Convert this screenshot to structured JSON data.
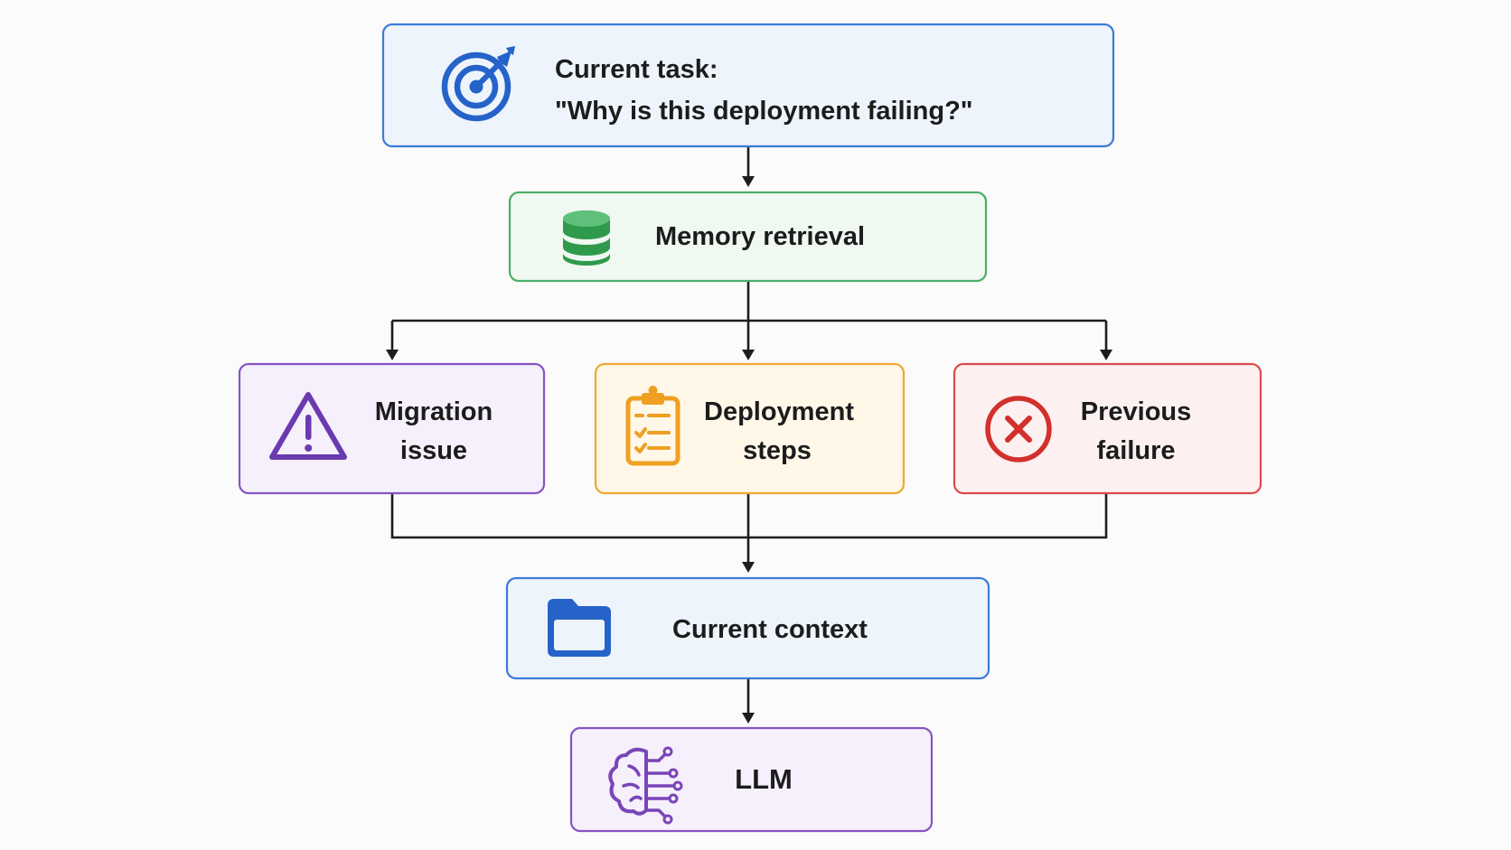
{
  "nodes": {
    "task": {
      "line1": "Current task:",
      "line2": "\"Why is this deployment failing?\"",
      "icon": "target-icon",
      "border": "#3b7bd8",
      "fill": "#eef4fc",
      "accent": "#2563c9"
    },
    "memory": {
      "label": "Memory retrieval",
      "icon": "database-icon",
      "border": "#4cae68",
      "fill": "#eff8f1",
      "accent": "#2f9a4c"
    },
    "migration": {
      "line1": "Migration",
      "line2": "issue",
      "icon": "warning-icon",
      "border": "#8753c4",
      "fill": "#f5f0fb",
      "accent": "#6a3aaf"
    },
    "deployment": {
      "line1": "Deployment",
      "line2": "steps",
      "icon": "clipboard-checklist-icon",
      "border": "#f0a830",
      "fill": "#fff7e8",
      "accent": "#ef9f22"
    },
    "failure": {
      "line1": "Previous",
      "line2": "failure",
      "icon": "error-x-circle-icon",
      "border": "#dc4b4b",
      "fill": "#fdf0f0",
      "accent": "#d2302c"
    },
    "context": {
      "label": "Current context",
      "icon": "folder-icon",
      "border": "#3b7bd8",
      "fill": "#eef4fc",
      "accent": "#2563c9"
    },
    "llm": {
      "label": "LLM",
      "icon": "brain-circuit-icon",
      "border": "#8753c4",
      "fill": "#f5f0fb",
      "accent": "#7a45b8"
    }
  },
  "edges": [
    {
      "from": "task",
      "to": "memory"
    },
    {
      "from": "memory",
      "to": "migration"
    },
    {
      "from": "memory",
      "to": "deployment"
    },
    {
      "from": "memory",
      "to": "failure"
    },
    {
      "from": "migration",
      "to": "context"
    },
    {
      "from": "deployment",
      "to": "context"
    },
    {
      "from": "failure",
      "to": "context"
    },
    {
      "from": "context",
      "to": "llm"
    }
  ]
}
